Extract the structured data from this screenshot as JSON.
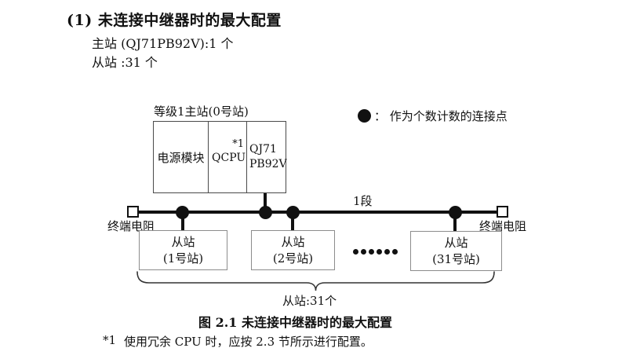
{
  "header": {
    "title": "(1) 未连接中继器时的最大配置",
    "lines": [
      "主站 (QJ71PB92V):1 个",
      "从站 :31 个"
    ]
  },
  "diagram": {
    "master": {
      "label": "等级1主站(0号站)",
      "power": "电源模块",
      "cpu": "QCPU",
      "cpu_note": "*1",
      "pb_line1": "QJ71",
      "pb_line2": "PB92V"
    },
    "legend": "：  作为个数计数的连接点",
    "segment_label": "1段",
    "terminators": {
      "left": "终端电阻",
      "right": "终端电阻"
    },
    "slaves": [
      {
        "name": "从站",
        "station": "(1号站)"
      },
      {
        "name": "从站",
        "station": "(2号站)"
      },
      {
        "name": "从站",
        "station": "(31号站)"
      }
    ],
    "brace_label": "从站:31个"
  },
  "caption": "图 2.1 未连接中继器时的最大配置",
  "footnote": {
    "marker": "*1",
    "text": "使用冗余 CPU 时，应按 2.3 节所示进行配置。"
  }
}
